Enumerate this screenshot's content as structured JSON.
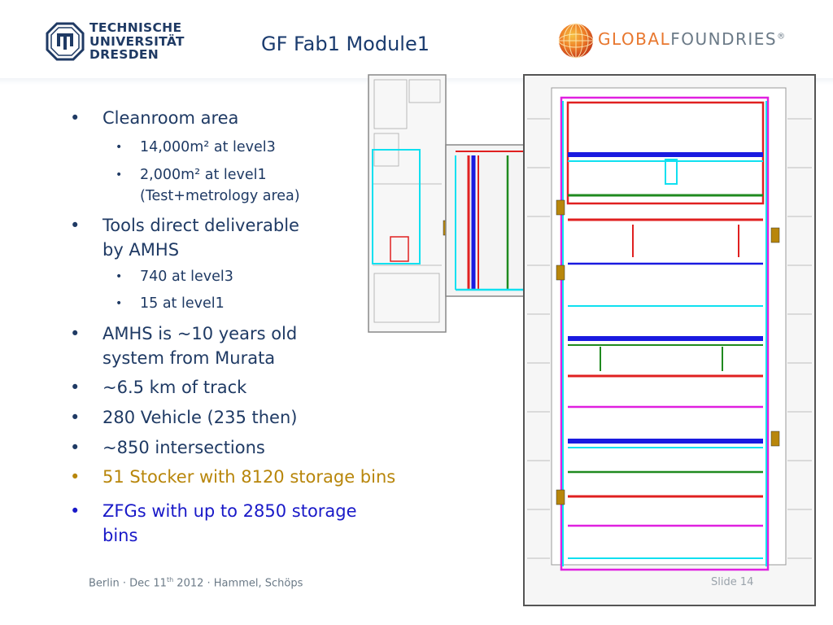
{
  "header": {
    "title": "GF Fab1 Module1",
    "tu_logo_lines": [
      "TECHNISCHE",
      "UNIVERSITÄT",
      "DRESDEN"
    ],
    "gf_logo_part1": "GLOBAL",
    "gf_logo_part2": "FOUNDRIES",
    "gf_logo_mark": "®"
  },
  "bullets": [
    {
      "text": "Cleanroom area"
    },
    {
      "text": "14,000m² at level3"
    },
    {
      "text": "2,000m² at level1"
    },
    {
      "text": "(Test+metrology area)"
    },
    {
      "text": "Tools direct deliverable"
    },
    {
      "text": "by AMHS"
    },
    {
      "text": "740 at level3"
    },
    {
      "text": "15 at level1"
    },
    {
      "text": "AMHS is ~10 years old"
    },
    {
      "text": "system from Murata"
    },
    {
      "text": "~6.5 km of track"
    },
    {
      "text": "280 Vehicle (235 then)"
    },
    {
      "text": "~850 intersections"
    },
    {
      "text": "51 Stocker with 8120 storage bins"
    },
    {
      "text": "ZFGs with up to 2850 storage"
    },
    {
      "text": "bins"
    }
  ],
  "footer": {
    "place": "Berlin · Dec 11",
    "sup": "th",
    "rest": " 2012 · Hammel, Schöps",
    "slide_label": "Slide 14"
  },
  "colors": {
    "text_primary": "#1f3a64",
    "highlight_gold": "#b8860b",
    "highlight_blue": "#1919c8",
    "track_red": "#e02020",
    "track_blue": "#1a1ae0",
    "track_green": "#1f8a1f",
    "track_magenta": "#e020e0",
    "track_cyan": "#10e0f0",
    "stocker": "#b8860b"
  }
}
